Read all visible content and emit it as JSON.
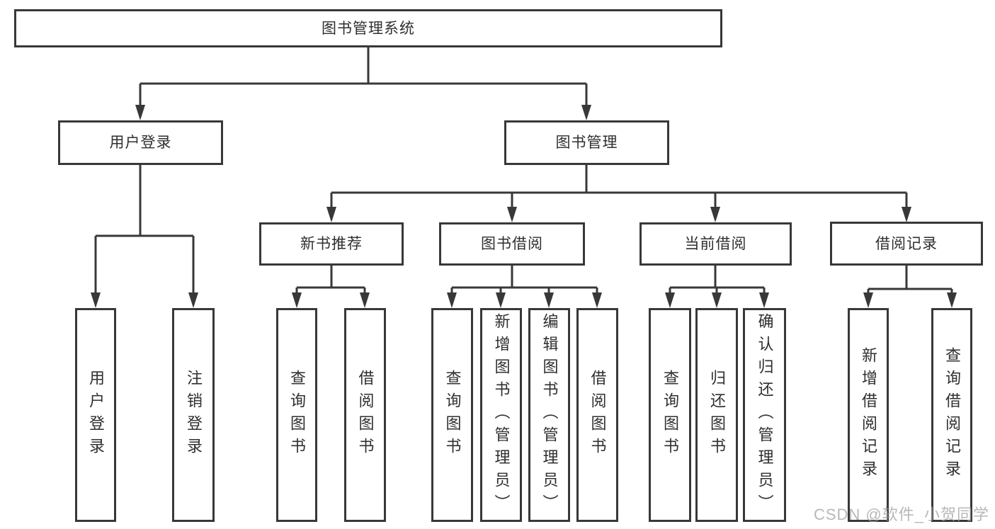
{
  "diagram": {
    "root": {
      "label": "图书管理系统"
    },
    "level2": [
      {
        "label": "用户登录",
        "children": [
          {
            "label": "用户登录"
          },
          {
            "label": "注销登录"
          }
        ]
      },
      {
        "label": "图书管理",
        "children": [
          {
            "label": "新书推荐",
            "children": [
              {
                "label": "查询图书"
              },
              {
                "label": "借阅图书"
              }
            ]
          },
          {
            "label": "图书借阅",
            "children": [
              {
                "label": "查询图书"
              },
              {
                "label": "新增图书（管理员）"
              },
              {
                "label": "编辑图书（管理员）"
              },
              {
                "label": "借阅图书"
              }
            ]
          },
          {
            "label": "当前借阅",
            "children": [
              {
                "label": "查询图书"
              },
              {
                "label": "归还图书"
              },
              {
                "label": "确认归还（管理员）"
              }
            ]
          },
          {
            "label": "借阅记录",
            "children": [
              {
                "label": "新增借阅记录"
              },
              {
                "label": "查询借阅记录"
              }
            ]
          }
        ]
      }
    ],
    "watermark": {
      "text": "CSDN @软件_小贺同学"
    },
    "colors": {
      "line": "#383838",
      "text": "#2f2f2f",
      "box_border": "#383838",
      "background": "#ffffff",
      "watermark": "#a0a0a0"
    }
  }
}
